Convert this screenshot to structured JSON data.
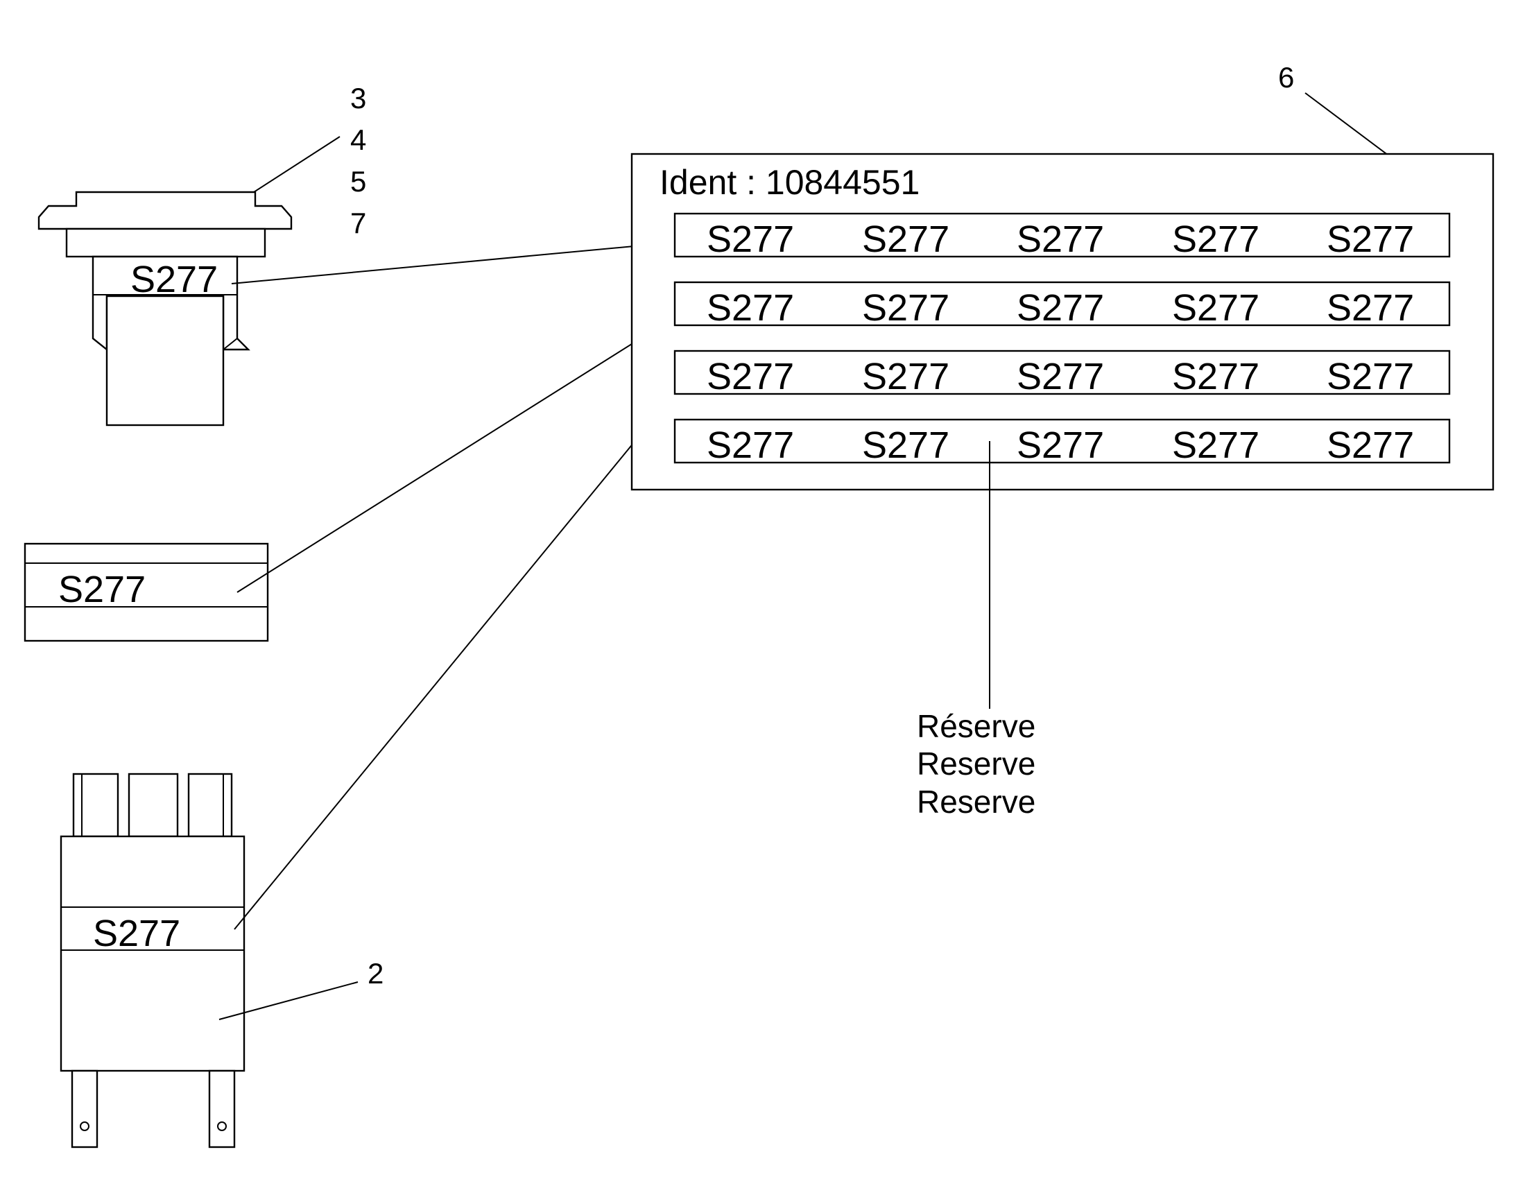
{
  "callouts": {
    "top_left": [
      "3",
      "4",
      "5",
      "7"
    ],
    "plate": "6",
    "relay": "2"
  },
  "plate": {
    "ident": "Ident : 10844551",
    "rows": [
      [
        "S277",
        "S277",
        "S277",
        "S277",
        "S277"
      ],
      [
        "S277",
        "S277",
        "S277",
        "S277",
        "S277"
      ],
      [
        "S277",
        "S277",
        "S277",
        "S277",
        "S277"
      ],
      [
        "S277",
        "S277",
        "S277",
        "S277",
        "S277"
      ]
    ]
  },
  "components": {
    "switch_label": "S277",
    "strip_label": "S277",
    "relay_label": "S277"
  },
  "reserve": [
    "Réserve",
    "Reserve",
    "Reserve"
  ]
}
